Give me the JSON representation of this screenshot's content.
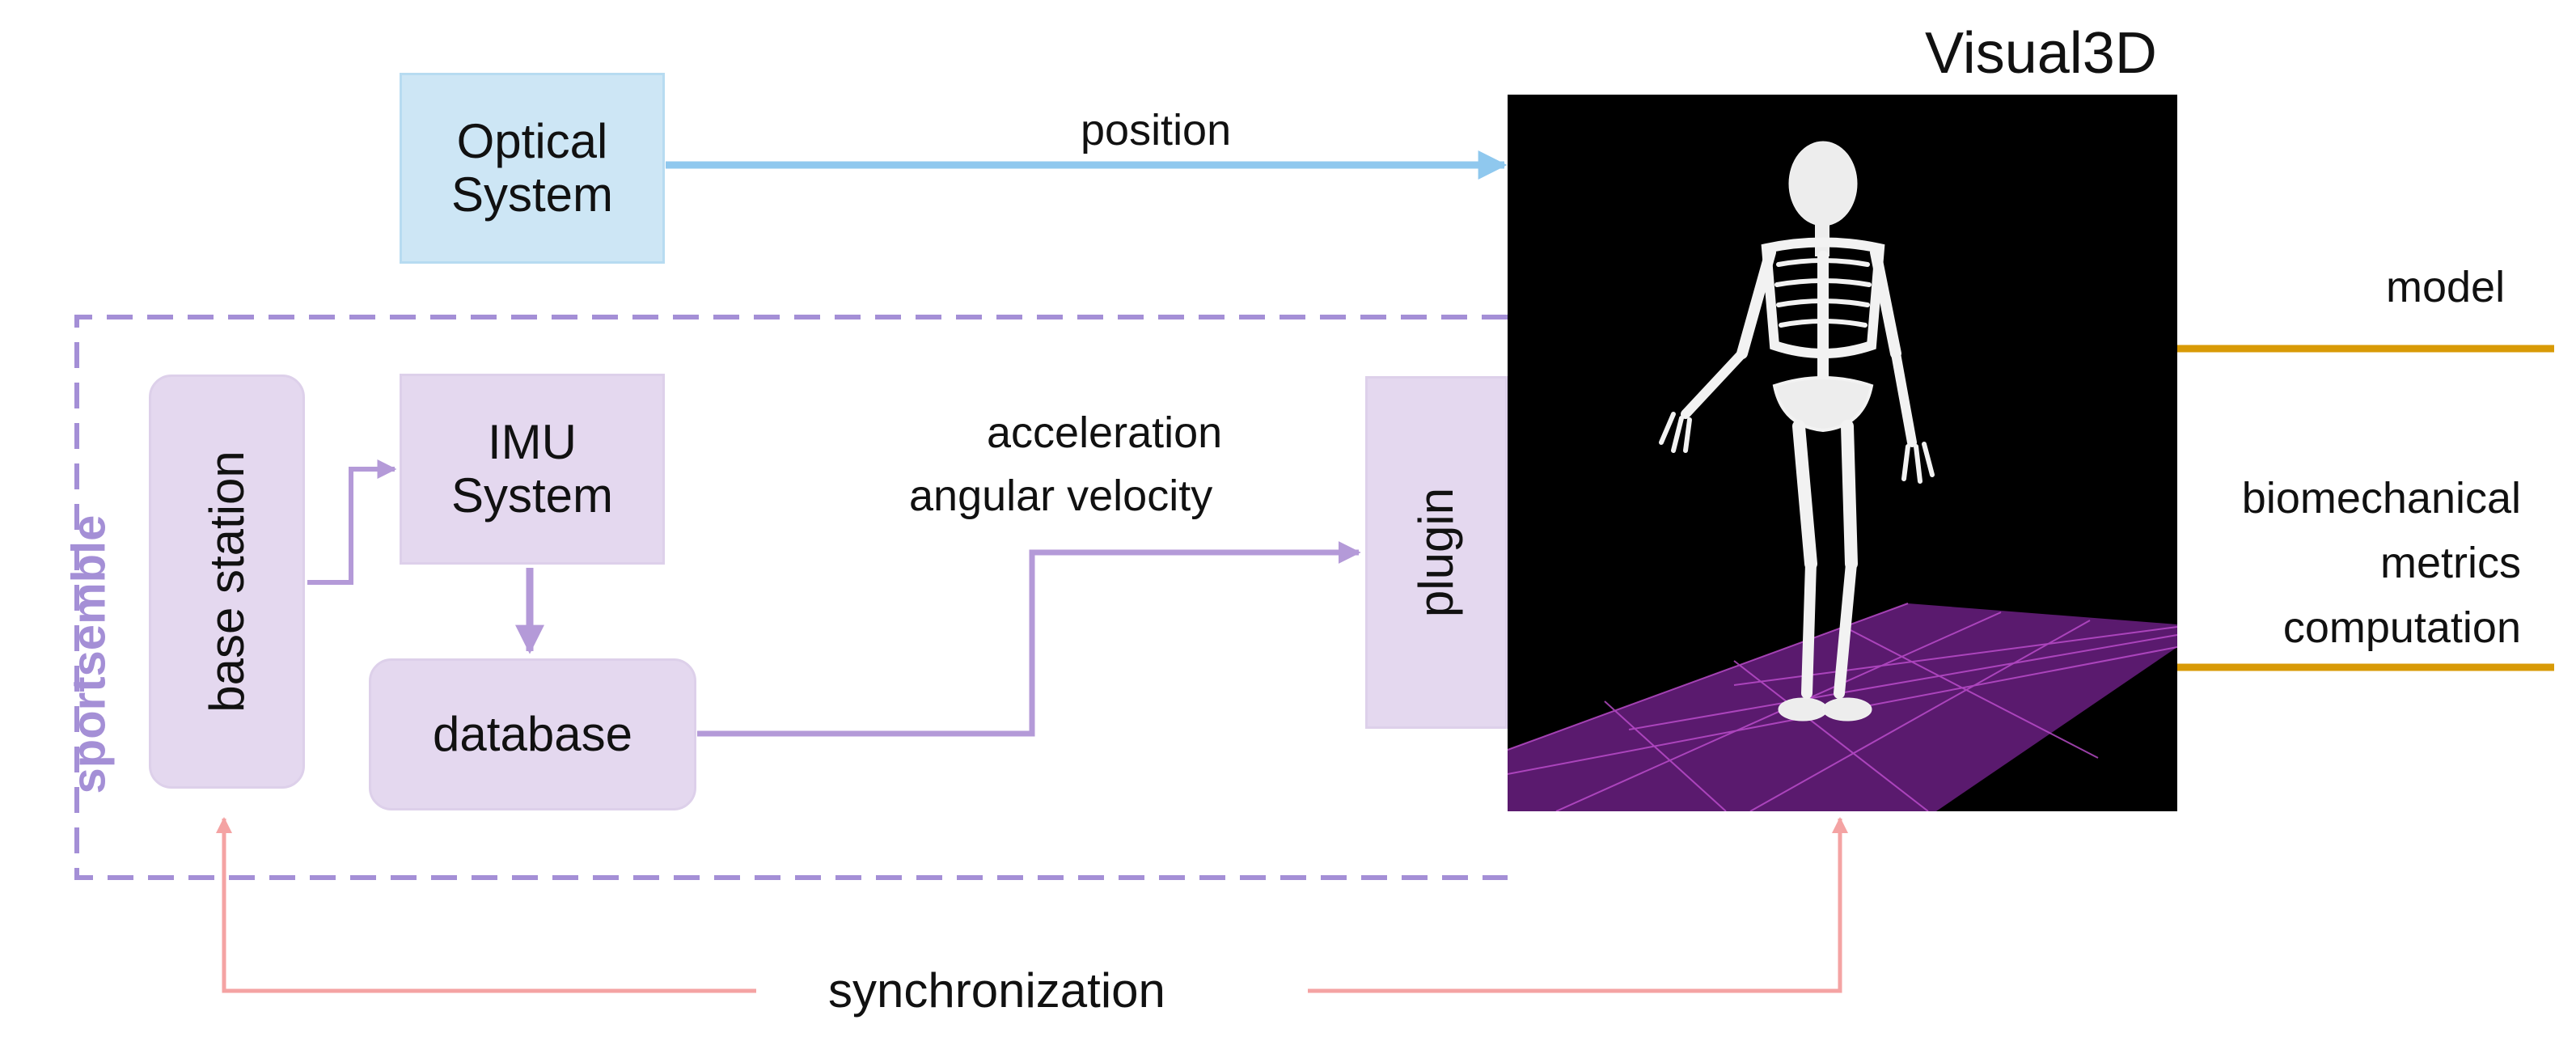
{
  "title": "Visual3D",
  "nodes": {
    "optical_system": [
      "Optical",
      "System"
    ],
    "imu_system": [
      "IMU",
      "System"
    ],
    "base_station": "base station",
    "database": "database",
    "plugin": "plugin"
  },
  "group_label": "sportsemble",
  "edge_labels": {
    "position": "position",
    "acceleration": "acceleration",
    "angular_velocity": "angular velocity",
    "synchronization": "synchronization"
  },
  "outputs": {
    "model": "model",
    "metrics": [
      "biomechanical",
      "metrics",
      "computation"
    ]
  },
  "colors": {
    "optical_fill": "#cde6f5",
    "optical_arrow": "#8fc8ee",
    "imu_fill": "#e4d8ef",
    "imu_arrow": "#b49ad8",
    "group_border": "#a48fd6",
    "group_label": "#a48fd6",
    "sync_arrow": "#f4a3a3",
    "output_line": "#d89a06",
    "viewport_bg": "#000000",
    "floor": "#5a1a6e"
  },
  "icons": [
    "skeleton-figure"
  ]
}
